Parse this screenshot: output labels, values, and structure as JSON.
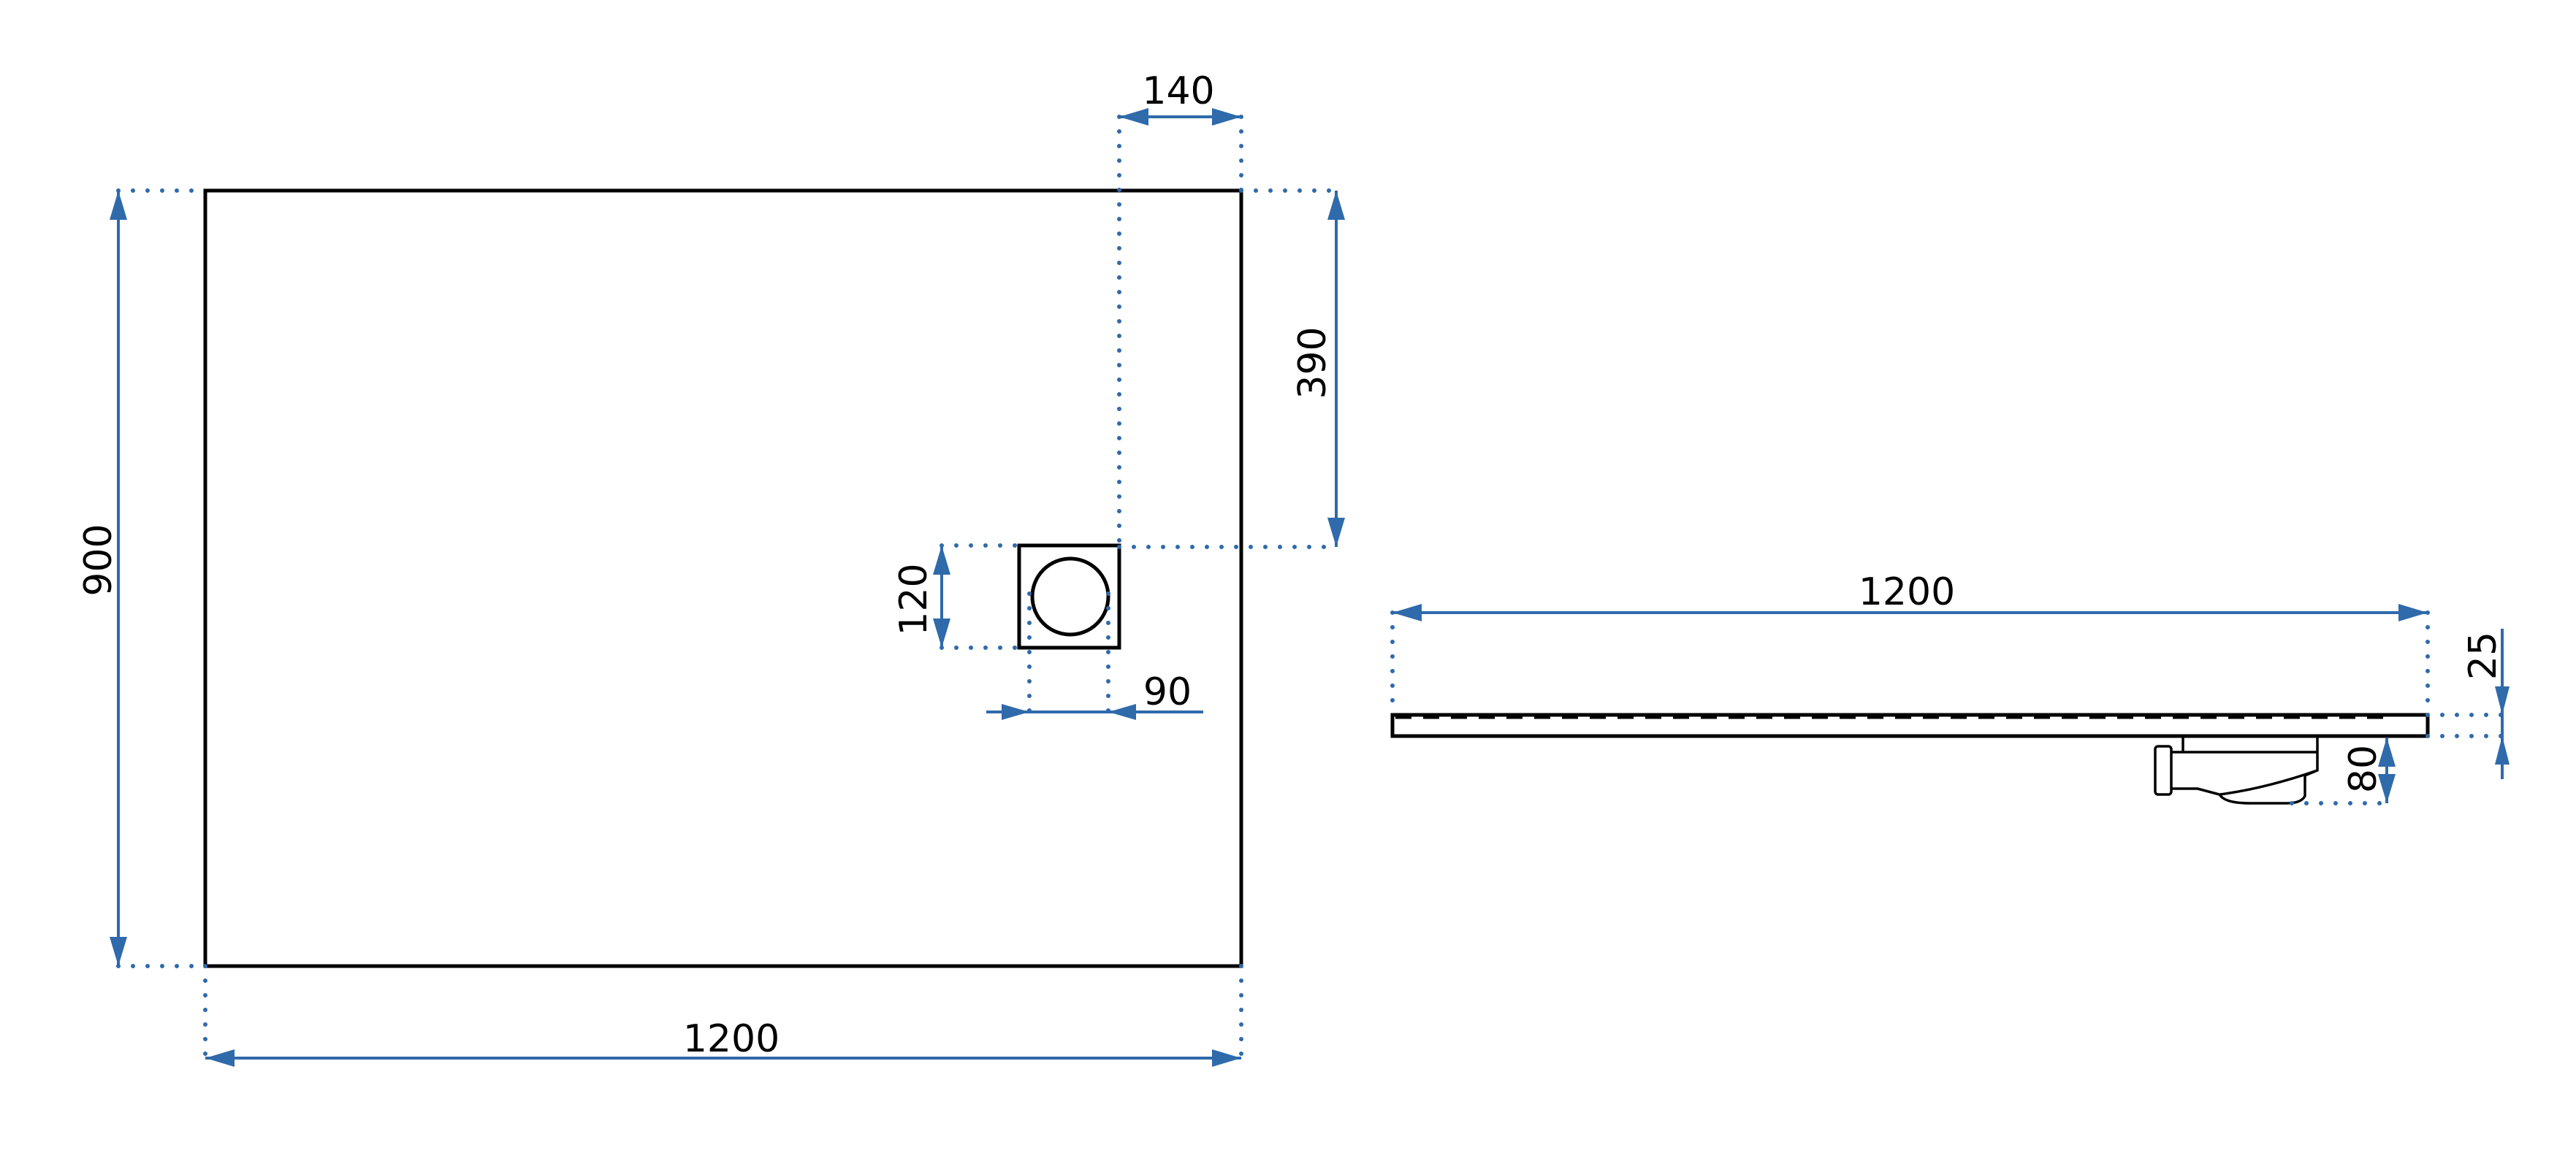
{
  "plan_view": {
    "width_label": "1200",
    "depth_label": "900",
    "drain_offset_x_label": "140",
    "drain_offset_y_label": "390",
    "drain_box_label": "120",
    "drain_hole_label": "90"
  },
  "side_view": {
    "length_label": "1200",
    "thickness_label": "25",
    "siphon_height_label": "80"
  },
  "colors": {
    "dimension": "#2f6aab",
    "outline": "#000000"
  }
}
